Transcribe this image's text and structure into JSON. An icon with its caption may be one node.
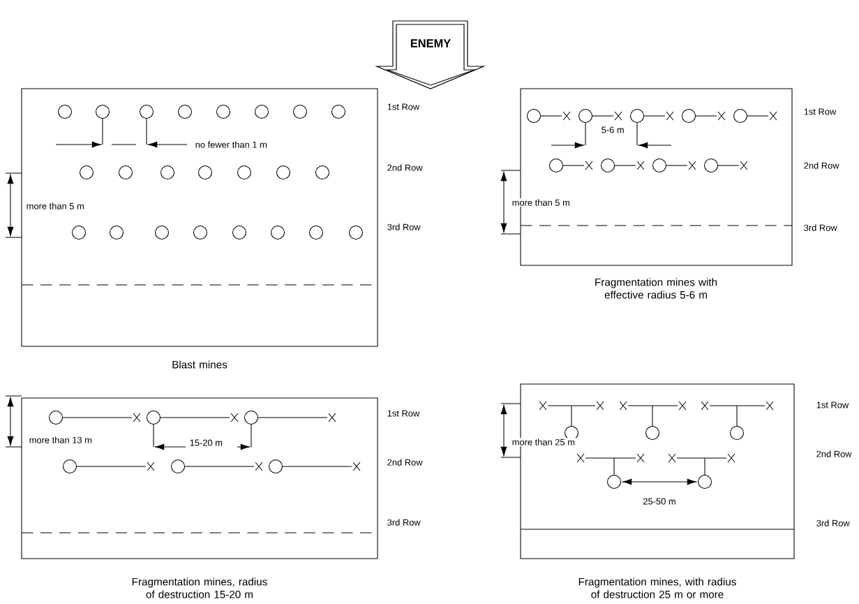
{
  "diagram": {
    "nodes": [
      {
        "text": [
          "ENEMY"
        ]
      },
      {
        "text": [],
        "shape": "box",
        "beside": [
          "Blast mines"
        ]
      },
      {
        "text": [],
        "shape": "box",
        "beside": [
          "Fragmentation mines with effective radius 5-6 m"
        ]
      },
      {
        "text": [],
        "shape": "box",
        "beside": [
          "Fragmentation mines, radius of destruction 15-20 m"
        ]
      },
      {
        "text": [],
        "shape": "box",
        "beside": [
          "Fragmentation mines, with radius of destruction 25 m or more"
        ]
      }
    ],
    "labels": [
      "1st Row",
      "no fewer than 1 m",
      "2nd Row",
      "more than 5 m",
      "3rd Row",
      "1st Row",
      "5-6 m",
      "2nd Row",
      "more than 5 m",
      "3rd Row",
      "1st Row",
      "more than 13 m",
      "15-20 m",
      "2nd Row",
      "3rd Row",
      "1st Row",
      "more than 25 m",
      "2nd Row",
      "25-50 m",
      "3rd Row"
    ]
  }
}
